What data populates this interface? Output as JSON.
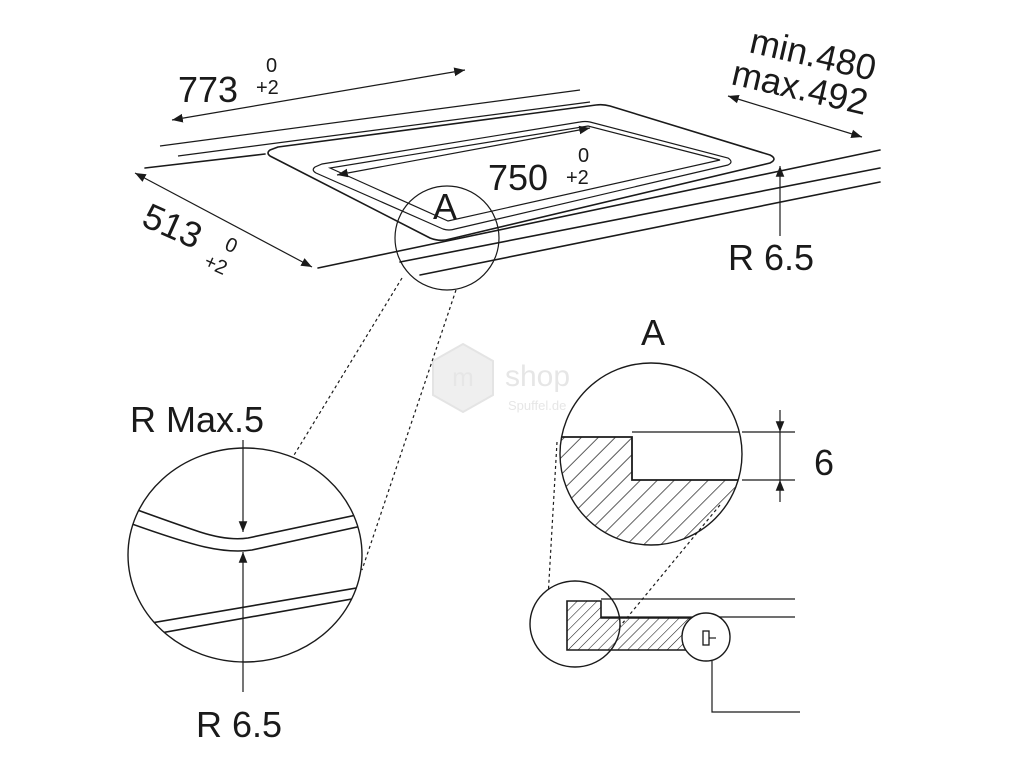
{
  "dimensions": {
    "width_773": "773",
    "width_773_tol_upper": "0",
    "width_773_tol_lower": "+2",
    "width_750": "750",
    "width_750_tol_upper": "0",
    "width_750_tol_lower": "+2",
    "depth_513": "513",
    "depth_513_tol_upper": "0",
    "depth_513_tol_lower": "+2",
    "min_depth": "min.480",
    "max_depth": "max.492",
    "radius_corner": "R 6.5",
    "radius_max": "R Max.5",
    "radius_detail": "R 6.5",
    "rebate_depth": "6"
  },
  "details": {
    "callout_top": "A",
    "callout_detail": "A"
  },
  "watermark": {
    "text": "shop",
    "subtext": "Spuffel.de"
  },
  "colors": {
    "line": "#1a1a1a",
    "background": "#ffffff",
    "watermark": "#e4e4e4"
  }
}
